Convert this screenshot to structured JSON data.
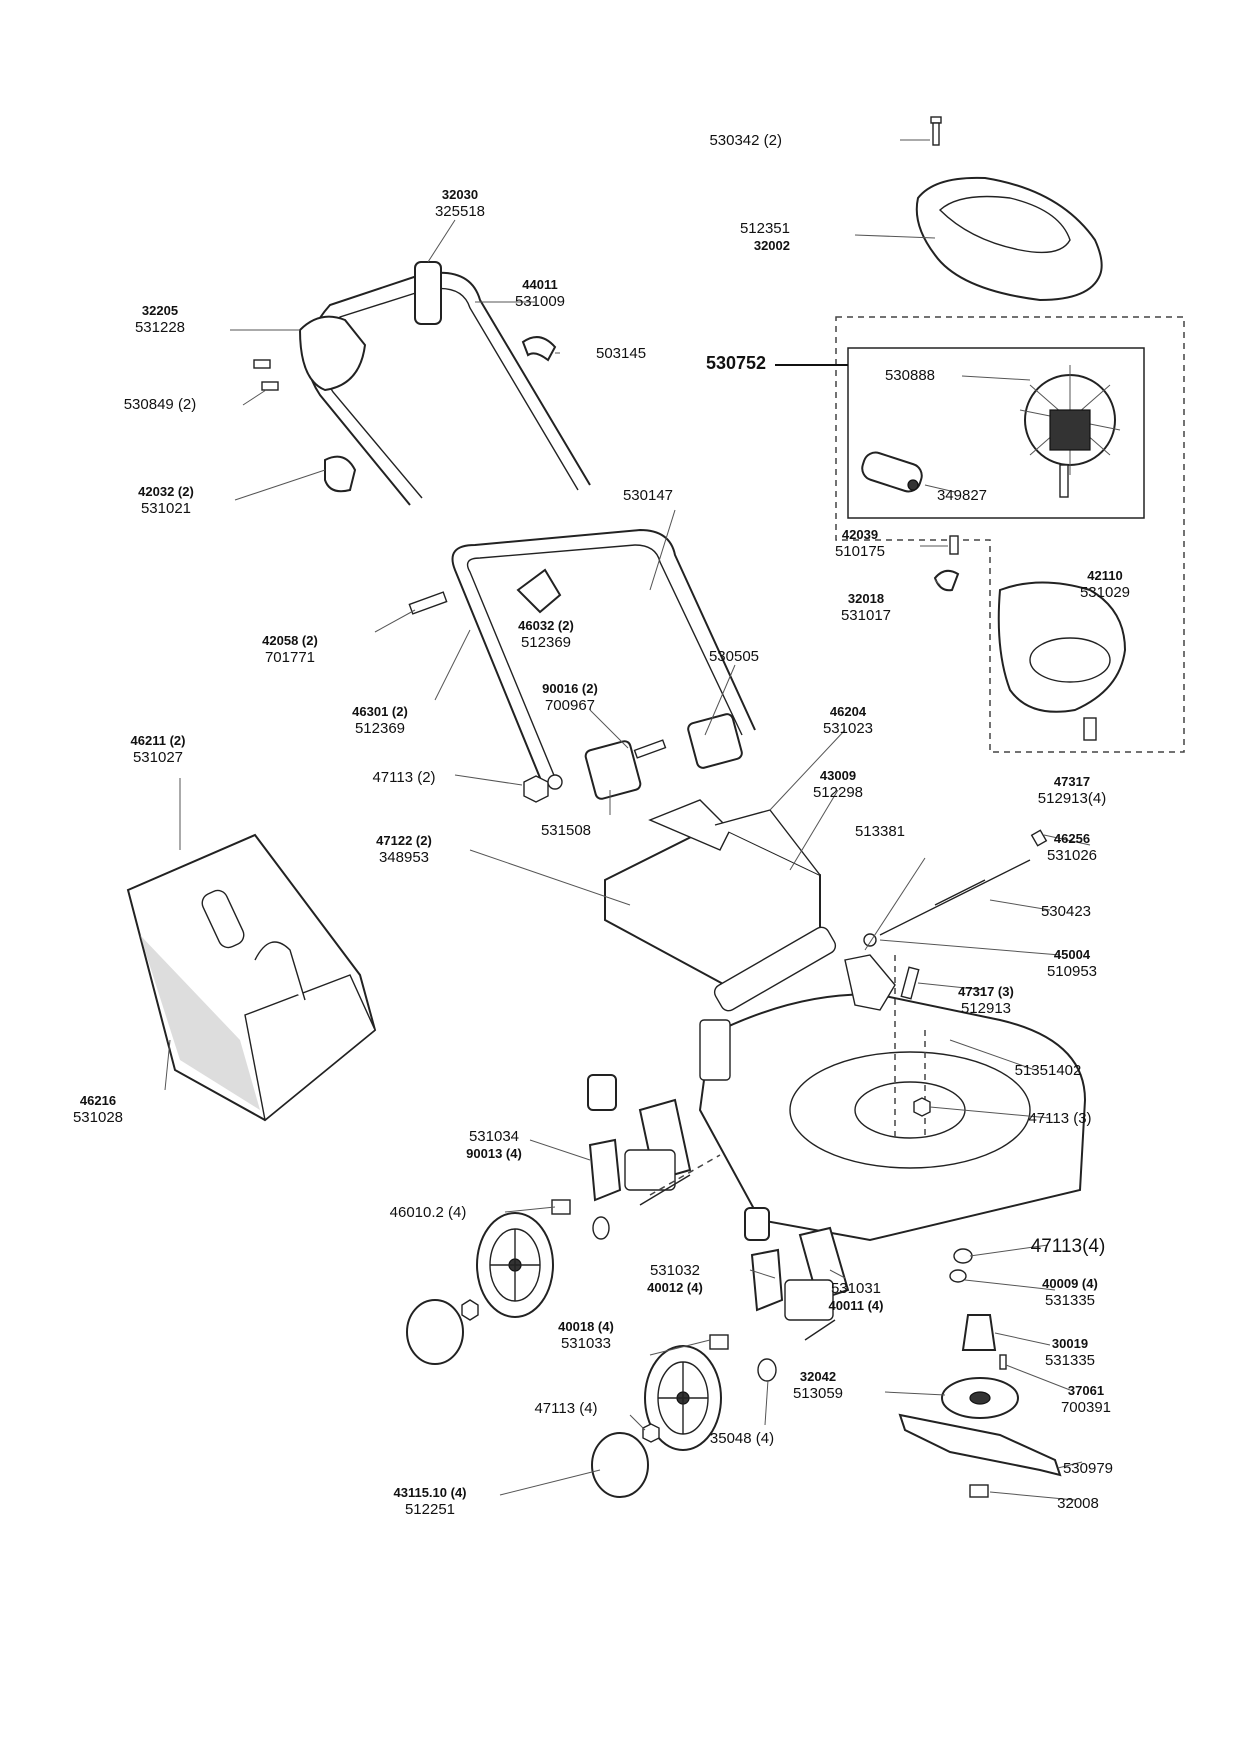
{
  "assembly_number": "530752",
  "labels": {
    "l_530342": {
      "lines": [
        {
          "text": "530342 (2)"
        }
      ]
    },
    "l_512351": {
      "lines": [
        {
          "text": "512351"
        },
        {
          "text": "32002",
          "bold": true
        }
      ]
    },
    "l_32030": {
      "lines": [
        {
          "text": "32030",
          "bold": true
        },
        {
          "text": "325518"
        }
      ]
    },
    "l_44011": {
      "lines": [
        {
          "text": "44011",
          "bold": true
        },
        {
          "text": "531009"
        }
      ]
    },
    "l_32205": {
      "lines": [
        {
          "text": "32205",
          "bold": true
        },
        {
          "text": "531228"
        }
      ]
    },
    "l_503145": {
      "lines": [
        {
          "text": "503145"
        }
      ]
    },
    "l_530849": {
      "lines": [
        {
          "text": "530849 (2)"
        }
      ]
    },
    "l_42032": {
      "lines": [
        {
          "text": "42032 (2)",
          "bold": true
        },
        {
          "text": "531021"
        }
      ]
    },
    "l_530888": {
      "lines": [
        {
          "text": "530888"
        }
      ]
    },
    "l_349827": {
      "lines": [
        {
          "text": "349827"
        }
      ]
    },
    "l_530147": {
      "lines": [
        {
          "text": "530147"
        }
      ]
    },
    "l_42039": {
      "lines": [
        {
          "text": "42039",
          "bold": true
        },
        {
          "text": "510175"
        }
      ]
    },
    "l_42110": {
      "lines": [
        {
          "text": "42110",
          "bold": true
        },
        {
          "text": "531029"
        }
      ]
    },
    "l_32018": {
      "lines": [
        {
          "text": "32018",
          "bold": true
        },
        {
          "text": "531017"
        }
      ]
    },
    "l_42058": {
      "lines": [
        {
          "text": "42058 (2)",
          "bold": true
        },
        {
          "text": "701771"
        }
      ]
    },
    "l_46032": {
      "lines": [
        {
          "text": "46032 (2)",
          "bold": true
        },
        {
          "text": "512369"
        }
      ]
    },
    "l_530505": {
      "lines": [
        {
          "text": "530505"
        }
      ]
    },
    "l_90016": {
      "lines": [
        {
          "text": "90016 (2)",
          "bold": true
        },
        {
          "text": "700967"
        }
      ]
    },
    "l_46301": {
      "lines": [
        {
          "text": "46301 (2)",
          "bold": true
        },
        {
          "text": "512369"
        }
      ]
    },
    "l_46204": {
      "lines": [
        {
          "text": "46204",
          "bold": true
        },
        {
          "text": "531023"
        }
      ]
    },
    "l_46211": {
      "lines": [
        {
          "text": "46211 (2)",
          "bold": true
        },
        {
          "text": "531027"
        }
      ]
    },
    "l_47113_2": {
      "lines": [
        {
          "text": "47113 (2)"
        }
      ]
    },
    "l_531508": {
      "lines": [
        {
          "text": "531508"
        }
      ]
    },
    "l_43009": {
      "lines": [
        {
          "text": "43009",
          "bold": true
        },
        {
          "text": "512298"
        }
      ]
    },
    "l_47317": {
      "lines": [
        {
          "text": "47317",
          "bold": true
        },
        {
          "text": "512913(4)"
        }
      ]
    },
    "l_47122": {
      "lines": [
        {
          "text": "47122 (2)",
          "bold": true
        },
        {
          "text": "348953"
        }
      ]
    },
    "l_513381": {
      "lines": [
        {
          "text": "513381"
        }
      ]
    },
    "l_46256": {
      "lines": [
        {
          "text": "46256",
          "bold": true
        },
        {
          "text": "531026"
        }
      ]
    },
    "l_530423": {
      "lines": [
        {
          "text": "530423"
        }
      ]
    },
    "l_45004": {
      "lines": [
        {
          "text": "45004",
          "bold": true
        },
        {
          "text": "510953"
        }
      ]
    },
    "l_47317_3": {
      "lines": [
        {
          "text": "47317 (3)",
          "bold": true
        },
        {
          "text": "512913"
        }
      ]
    },
    "l_51351402": {
      "lines": [
        {
          "text": "51351402"
        }
      ]
    },
    "l_46216": {
      "lines": [
        {
          "text": "46216",
          "bold": true
        },
        {
          "text": "531028"
        }
      ]
    },
    "l_47113_3": {
      "lines": [
        {
          "text": "47113 (3)"
        }
      ]
    },
    "l_531034": {
      "lines": [
        {
          "text": "531034"
        },
        {
          "text": "90013 (4)",
          "bold": true
        }
      ]
    },
    "l_46010": {
      "lines": [
        {
          "text": "46010.2 (4)"
        }
      ]
    },
    "l_47113_4b": {
      "lines": [
        {
          "text": "47113(4)",
          "big": true
        }
      ]
    },
    "l_531032": {
      "lines": [
        {
          "text": "531032"
        },
        {
          "text": "40012 (4)",
          "bold": true
        }
      ]
    },
    "l_531031": {
      "lines": [
        {
          "text": "531031"
        },
        {
          "text": "40011 (4)",
          "bold": true
        }
      ]
    },
    "l_40009": {
      "lines": [
        {
          "text": "40009 (4)",
          "bold": true
        },
        {
          "text": "531335"
        }
      ]
    },
    "l_40018": {
      "lines": [
        {
          "text": "40018 (4)",
          "bold": true
        },
        {
          "text": "531033"
        }
      ]
    },
    "l_30019": {
      "lines": [
        {
          "text": "30019",
          "bold": true
        },
        {
          "text": "531335"
        }
      ]
    },
    "l_32042": {
      "lines": [
        {
          "text": "32042",
          "bold": true
        },
        {
          "text": "513059"
        }
      ]
    },
    "l_37061": {
      "lines": [
        {
          "text": "37061",
          "bold": true
        },
        {
          "text": "700391"
        }
      ]
    },
    "l_47113_4": {
      "lines": [
        {
          "text": "47113 (4)"
        }
      ]
    },
    "l_35048": {
      "lines": [
        {
          "text": "35048 (4)"
        }
      ]
    },
    "l_530979": {
      "lines": [
        {
          "text": "530979"
        }
      ]
    },
    "l_43115": {
      "lines": [
        {
          "text": "43115.10 (4)",
          "bold": true
        },
        {
          "text": "512251"
        }
      ]
    },
    "l_32008": {
      "lines": [
        {
          "text": "32008"
        }
      ]
    }
  }
}
